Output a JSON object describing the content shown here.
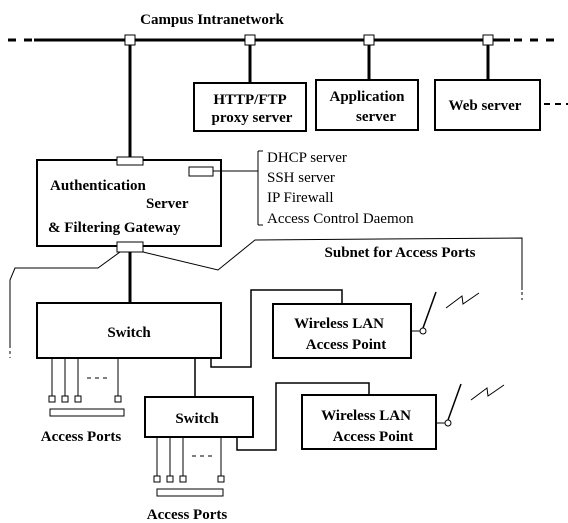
{
  "campus_label": "Campus Intranetwork",
  "servers": [
    {
      "line1": "HTTP/FTP",
      "line2": "proxy server"
    },
    {
      "line1": "Application",
      "line2": "server"
    },
    {
      "line1": "Web server",
      "line2": ""
    }
  ],
  "gateway": {
    "line1": "Authentication",
    "line2": "Server",
    "line3": "& Filtering Gateway"
  },
  "gateway_services": [
    "DHCP server",
    "SSH server",
    "IP Firewall",
    "Access Control Daemon"
  ],
  "subnet_label": "Subnet for Access Ports",
  "switch_label": "Switch",
  "wireless_label": {
    "line1": "Wireless LAN",
    "line2": "Access Point"
  },
  "access_ports_label": "Access Ports",
  "colors": {
    "stroke": "#000000",
    "background": "#ffffff"
  }
}
